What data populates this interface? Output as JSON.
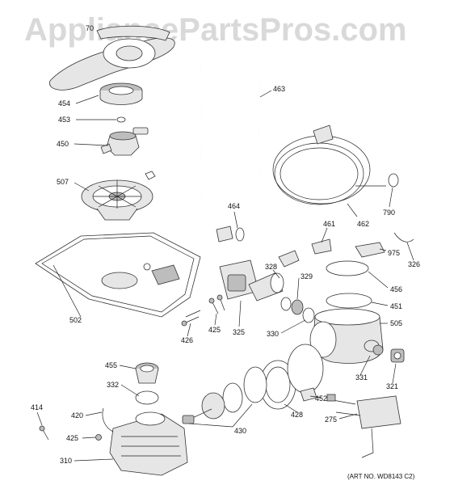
{
  "watermark": "AppliancePartsPros.com",
  "art_number": "(ART NO. WD8143 C2)",
  "callouts": {
    "c70": "70",
    "c454": "454",
    "c453": "453",
    "c450": "450",
    "c507": "507",
    "c502": "502",
    "c463": "463",
    "c464": "464",
    "c462": "462",
    "c790": "790",
    "c461": "461",
    "c326": "326",
    "c975": "975",
    "c456": "456",
    "c451": "451",
    "c505": "505",
    "c328": "328",
    "c329": "329",
    "c330": "330",
    "c325": "325",
    "c425a": "425",
    "c426": "426",
    "c455": "455",
    "c332": "332",
    "c420": "420",
    "c414": "414",
    "c425b": "425",
    "c310": "310",
    "c430": "430",
    "c428": "428",
    "c452": "452",
    "c331": "331",
    "c321": "321",
    "c275": "275"
  },
  "colors": {
    "line": "#222222",
    "part_fill": "#e6e6e6",
    "watermark": "#d3d3d3"
  }
}
